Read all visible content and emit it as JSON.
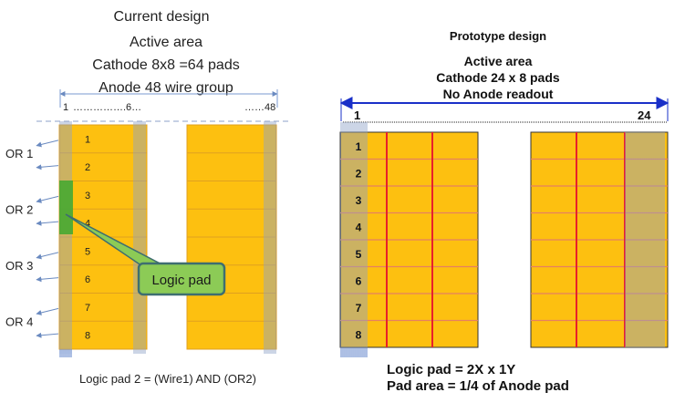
{
  "left": {
    "title": "Current design",
    "subtitle_lines": [
      "Active area",
      "Cathode 8x8 =64 pads",
      "Anode 48 wire group"
    ],
    "wire_start": "1",
    "wire_mid": "…………….6…",
    "wire_end": "……48",
    "or_labels": [
      "OR 1",
      "OR 2",
      "OR 3",
      "OR 4"
    ],
    "pad_numbers": [
      "1",
      "2",
      "3",
      "4",
      "5",
      "6",
      "7",
      "8"
    ],
    "logic_pad_label": "Logic pad",
    "formula": "Logic pad 2 = (Wire1) AND (OR2)"
  },
  "right": {
    "title": "Prototype design",
    "subtitle_lines": [
      "Active area",
      "Cathode 24 x 8 pads",
      "No Anode readout"
    ],
    "pad_start": "1",
    "pad_end": "24",
    "pad_numbers": [
      "1",
      "2",
      "3",
      "4",
      "5",
      "6",
      "7",
      "8"
    ],
    "note_lines": [
      "Logic pad = 2X  x 1Y",
      "Pad area = 1/4 of Anode pad"
    ]
  },
  "colors": {
    "pad_fill": "#FDC010",
    "pad_border": "#E0A020",
    "wire": "#8EA2C8",
    "wire_blue": "#4A72C4",
    "pad_row_line": "#E68060",
    "pad_red_line": "#E8202A",
    "dimension_blue": "#1A30C8",
    "logic_green": "#3FA82E",
    "logic_fill": "#8CCB56",
    "logic_border": "#3E6E70"
  }
}
